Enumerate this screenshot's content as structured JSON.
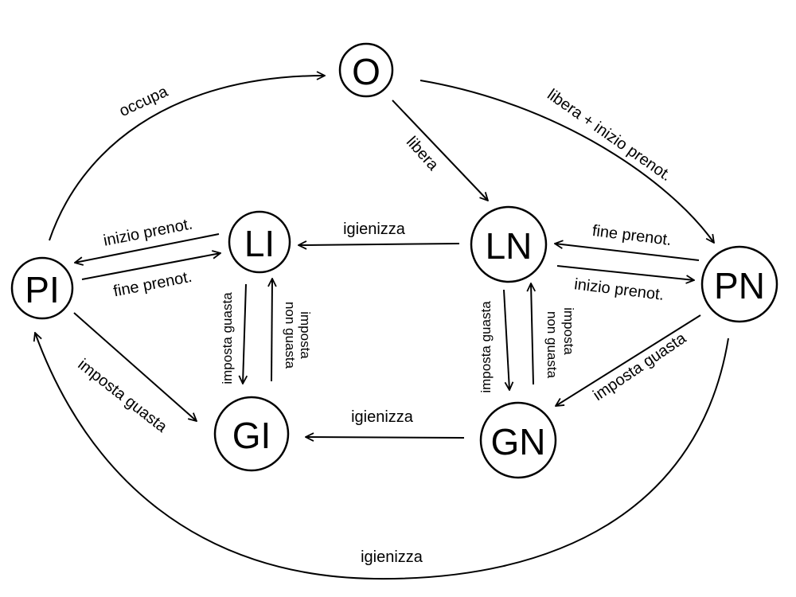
{
  "nodes": {
    "O": "O",
    "PI": "PI",
    "LI": "LI",
    "GI": "GI",
    "LN": "LN",
    "PN": "PN",
    "GN": "GN"
  },
  "edges": {
    "pi_o": "occupa",
    "o_ln": "libera",
    "o_pn": "libera + inizio prenot.",
    "li_pi": "inizio prenot.",
    "pi_li": "fine prenot.",
    "ln_li": "igienizza",
    "pn_ln": "fine prenot.",
    "ln_pn": "inizio prenot.",
    "li_gi": "imposta guasta",
    "gi_li_1": "imposta",
    "gi_li_2": "non guasta",
    "ln_gn": "imposta guasta",
    "gn_ln_1": "imposta",
    "gn_ln_2": "non guasta",
    "pi_gi": "imposta guasta",
    "pn_gn": "imposta guasta",
    "gn_gi": "igienizza",
    "pn_pi": "igienizza"
  }
}
